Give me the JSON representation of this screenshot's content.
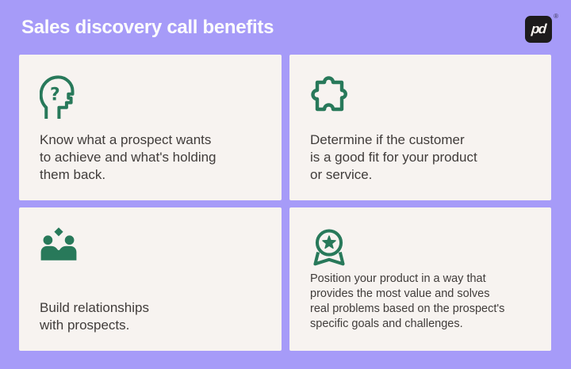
{
  "header": {
    "title": "Sales discovery call benefits",
    "logo_text": "pd",
    "registered_mark": "®"
  },
  "cards": [
    {
      "icon": "head-question-icon",
      "text": "Know what a prospect wants\nto achieve and what's holding\nthem back."
    },
    {
      "icon": "puzzle-piece-icon",
      "text": "Determine if the customer\nis a good fit for your product\nor service."
    },
    {
      "icon": "people-handshake-icon",
      "text": "Build relationships\nwith prospects."
    },
    {
      "icon": "award-ribbon-icon",
      "text": "Position your product in a way that\nprovides the most value and solves\nreal problems based on the prospect's\nspecific goals and challenges."
    }
  ],
  "colors": {
    "background": "#a69bf8",
    "card_background": "#f7f3f0",
    "icon_green": "#28795a",
    "body_text": "#403c3a",
    "title_text": "#fdfdfd",
    "logo_background": "#1d1b1c"
  }
}
